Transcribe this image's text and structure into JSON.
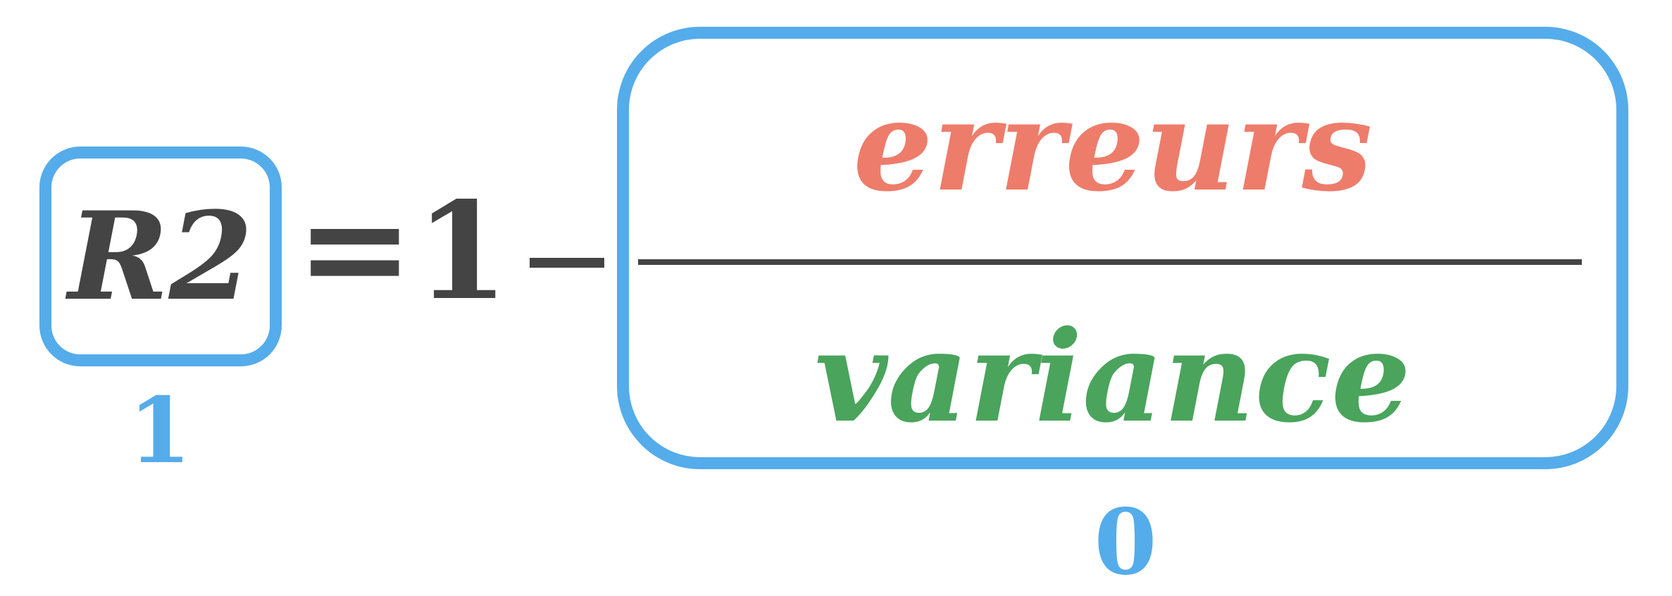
{
  "formula": {
    "lhs": "R2",
    "equals": "=",
    "one": "1",
    "numerator": "erreurs",
    "denominator": "variance",
    "lhs_annotation": "1",
    "fraction_annotation": "0"
  },
  "colors": {
    "highlight_box": "#55acea",
    "text_dark": "#444444",
    "numerator": "#ee7c6b",
    "denominator": "#4aa45c",
    "annotation": "#55acea"
  }
}
